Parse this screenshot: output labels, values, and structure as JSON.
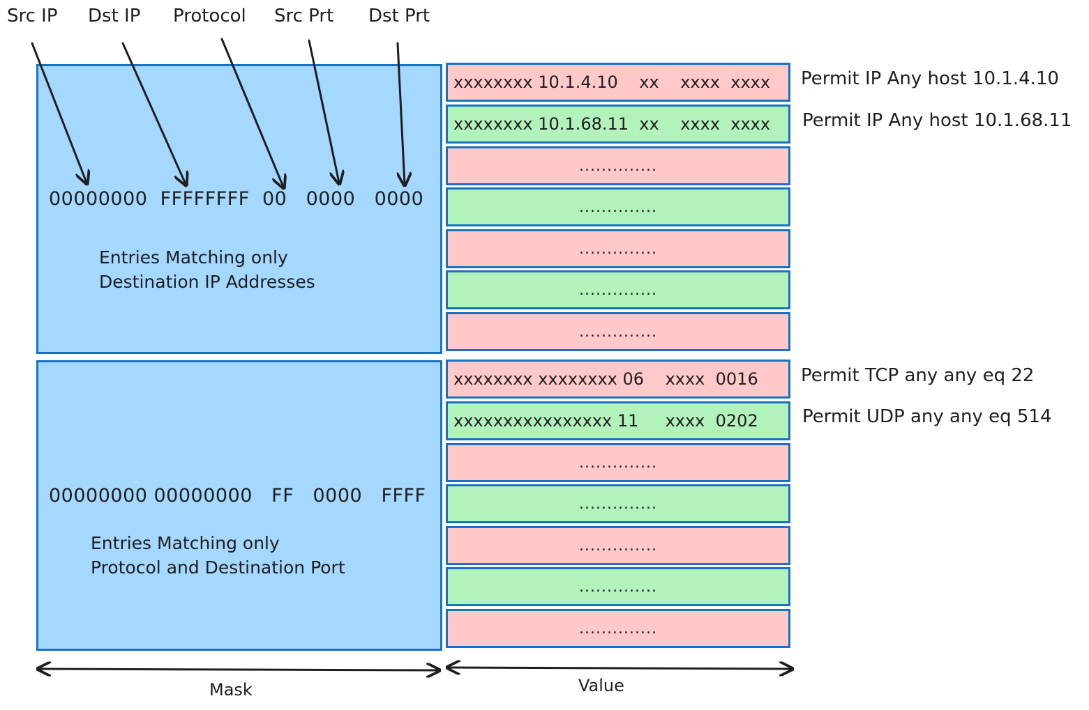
{
  "fields": {
    "src_ip": "Src IP",
    "dst_ip": "Dst IP",
    "protocol": "Protocol",
    "src_prt": "Src Prt",
    "dst_prt": "Dst Prt"
  },
  "group1": {
    "mask": "00000000  FFFFFFFF  00   0000   0000",
    "desc_line1": "Entries Matching only",
    "desc_line2": "Destination IP Addresses",
    "rows": [
      {
        "value": "xxxxxxxx 10.1.4.10    xx    xxxx  xxxx",
        "rule": "Permit IP Any host 10.1.4.10"
      },
      {
        "value": "xxxxxxxx 10.1.68.11  xx    xxxx  xxxx",
        "rule": "Permit IP Any host 10.1.68.11"
      },
      {
        "value": "..............",
        "rule": ""
      },
      {
        "value": "..............",
        "rule": ""
      },
      {
        "value": "..............",
        "rule": ""
      },
      {
        "value": "..............",
        "rule": ""
      },
      {
        "value": "..............",
        "rule": ""
      }
    ]
  },
  "group2": {
    "mask": "00000000 00000000   FF   0000   FFFF",
    "desc_line1": "Entries Matching only",
    "desc_line2": "Protocol and Destination Port",
    "rows": [
      {
        "value": "xxxxxxxx xxxxxxxx 06    xxxx  0016",
        "rule": "Permit TCP any any eq 22"
      },
      {
        "value": "xxxxxxxxxxxxxxxx 11     xxxx  0202",
        "rule": "Permit UDP any any eq 514"
      },
      {
        "value": "..............",
        "rule": ""
      },
      {
        "value": "..............",
        "rule": ""
      },
      {
        "value": "..............",
        "rule": ""
      },
      {
        "value": "..............",
        "rule": ""
      },
      {
        "value": "..............",
        "rule": ""
      }
    ]
  },
  "axis": {
    "mask_label": "Mask",
    "value_label": "Value"
  },
  "colors": {
    "mask_fill": "#a5d8ff",
    "border": "#1971c2",
    "row_red": "#ffc9c9",
    "row_green": "#b2f2bb"
  }
}
